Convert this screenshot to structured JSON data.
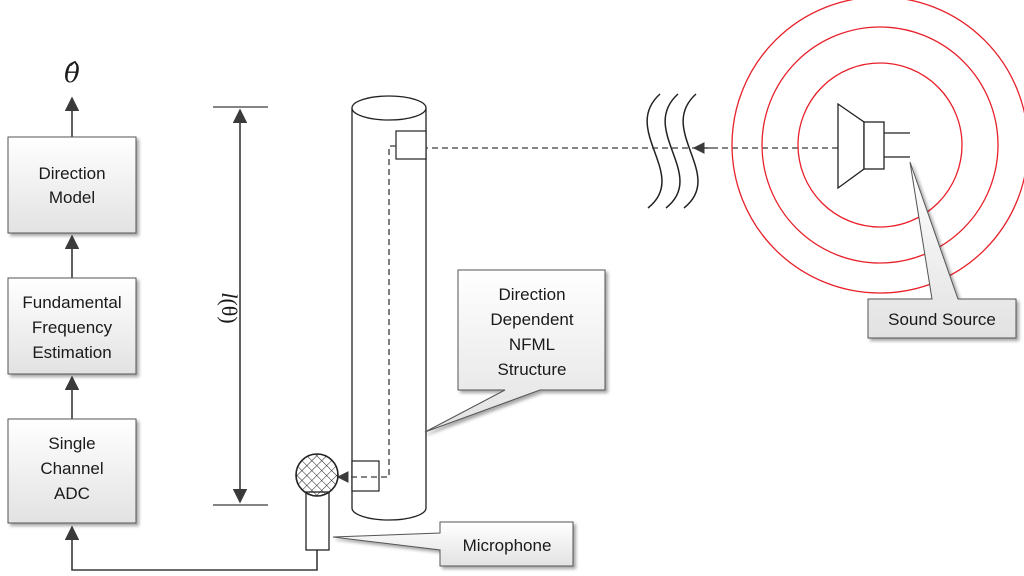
{
  "output_symbol": "θ̂",
  "length_label_l": "l",
  "length_label_theta": "(θ)",
  "blocks": {
    "direction_model": [
      "Direction",
      "Model"
    ],
    "fundamental_frequency": [
      "Fundamental",
      "Frequency",
      "Estimation"
    ],
    "adc": [
      "Single",
      "Channel",
      "ADC"
    ]
  },
  "callouts": {
    "structure": [
      "Direction",
      "Dependent",
      "NFML",
      "Structure"
    ],
    "sound_source": "Sound Source",
    "microphone": "Microphone"
  },
  "colors": {
    "ring": "#e8202a",
    "line": "#3a3a3a",
    "box_fill_top": "#ffffff",
    "box_fill_bottom": "#e2e2e2"
  }
}
